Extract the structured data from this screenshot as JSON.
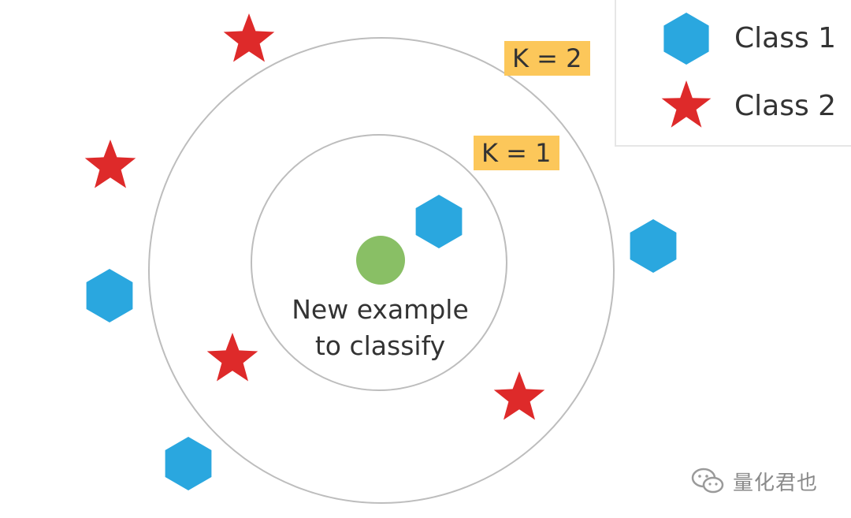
{
  "legend": {
    "class1": {
      "label": "Class 1",
      "icon": "hexagon",
      "color": "#2aa7df"
    },
    "class2": {
      "label": "Class 2",
      "icon": "star",
      "color": "#de2a2a"
    }
  },
  "labels": {
    "k2": "K = 2",
    "k1": "K = 1"
  },
  "center": {
    "line1": "New example",
    "line2": "to classify",
    "color": "#89bf65"
  },
  "colors": {
    "ring": "#bdbdbd",
    "k_label_bg": "#fcc75a",
    "text": "#333333"
  },
  "watermark": {
    "text": "量化君也",
    "icon": "wechat-icon"
  }
}
